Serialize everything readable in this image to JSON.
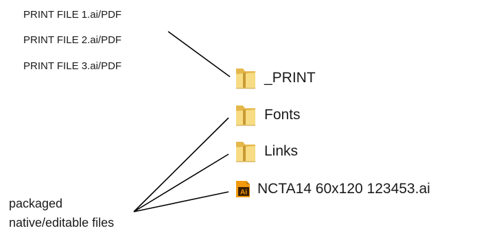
{
  "print_files": [
    "PRINT FILE 1.ai/PDF",
    "PRINT FILE 2.ai/PDF",
    "PRINT FILE 3.ai/PDF"
  ],
  "entries": {
    "print_folder": {
      "label": "_PRINT",
      "icon": "folder-icon"
    },
    "fonts_folder": {
      "label": "Fonts",
      "icon": "folder-icon"
    },
    "links_folder": {
      "label": "Links",
      "icon": "folder-icon"
    },
    "ai_file": {
      "label": "NCTA14 60x120 123453.ai",
      "icon": "illustrator-file-icon",
      "badge": "Ai"
    }
  },
  "caption": {
    "line1": "packaged",
    "line2": "native/editable files"
  },
  "colors": {
    "folder_light": "#f7dc84",
    "folder_dark": "#e5b74a",
    "ai_orange": "#f29a0c",
    "ai_dark": "#3a1f00",
    "connector": "#000000"
  }
}
